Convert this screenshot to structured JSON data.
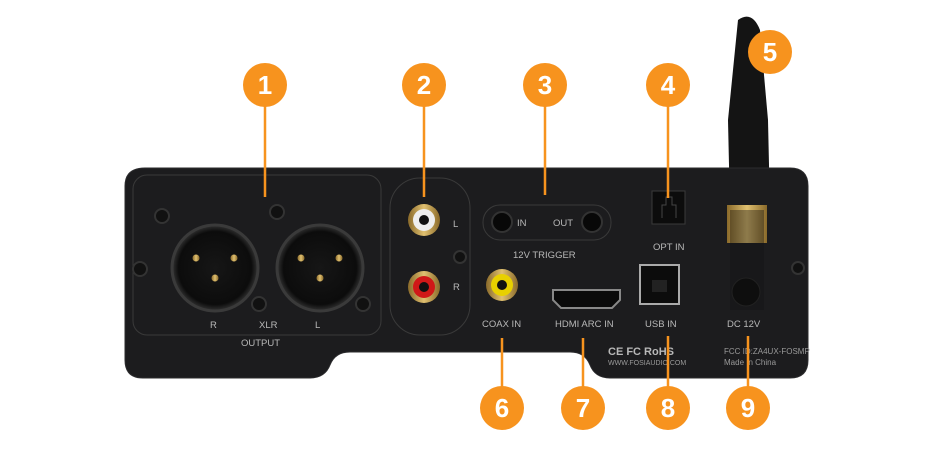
{
  "colors": {
    "accent": "#F7931E",
    "body": "#1c1c1e",
    "label": "#b8b8b8"
  },
  "panel_labels": {
    "xlr_r": "R",
    "xlr": "XLR",
    "xlr_l": "L",
    "output": "OUTPUT",
    "rca_l": "L",
    "rca_r": "R",
    "trigger_in": "IN",
    "trigger_out": "OUT",
    "trigger": "12V TRIGGER",
    "opt_in": "OPT IN",
    "coax_in": "COAX IN",
    "hdmi_arc_in": "HDMI ARC IN",
    "usb_in": "USB IN",
    "dc_12v": "DC 12V",
    "certs": "CE FC RoHS",
    "website": "WWW.FOSIAUDIO.COM",
    "fcc_id": "FCC ID:ZA4UX-FOSMP",
    "made_in": "Made In China"
  },
  "callouts": [
    {
      "number": "1"
    },
    {
      "number": "2"
    },
    {
      "number": "3"
    },
    {
      "number": "4"
    },
    {
      "number": "5"
    },
    {
      "number": "6"
    },
    {
      "number": "7"
    },
    {
      "number": "8"
    },
    {
      "number": "9"
    }
  ]
}
